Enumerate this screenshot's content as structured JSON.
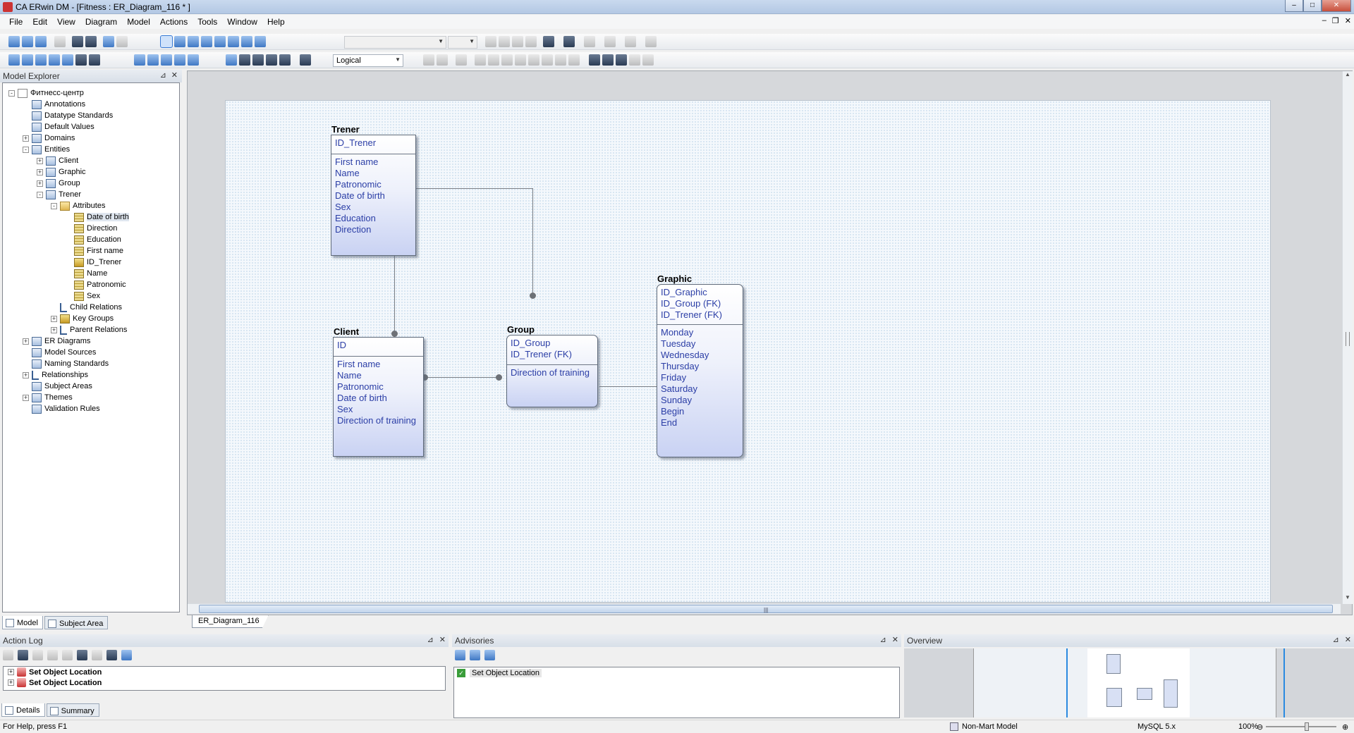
{
  "window": {
    "title": "CA ERwin DM - [Fitness : ER_Diagram_116 * ]",
    "min": "–",
    "max": "□",
    "close": "✕"
  },
  "menu": [
    "File",
    "Edit",
    "View",
    "Diagram",
    "Model",
    "Actions",
    "Tools",
    "Window",
    "Help"
  ],
  "mdi": {
    "min": "–",
    "restore": "❐",
    "close": "✕"
  },
  "toolbar": {
    "display_level": "Logical"
  },
  "model_explorer": {
    "title": "Model Explorer",
    "pin": "⊿",
    "close": "✕",
    "root": "Фитнесс-центр",
    "nodes": [
      {
        "label": "Annotations"
      },
      {
        "label": "Datatype Standards"
      },
      {
        "label": "Default Values"
      },
      {
        "label": "Domains"
      },
      {
        "label": "Entities"
      },
      {
        "label": "Client"
      },
      {
        "label": "Graphic"
      },
      {
        "label": "Group"
      },
      {
        "label": "Trener"
      },
      {
        "label": "Attributes"
      },
      {
        "label": "Date of birth"
      },
      {
        "label": "Direction"
      },
      {
        "label": "Education"
      },
      {
        "label": "First name"
      },
      {
        "label": "ID_Trener"
      },
      {
        "label": "Name"
      },
      {
        "label": "Patronomic"
      },
      {
        "label": "Sex"
      },
      {
        "label": "Child Relations"
      },
      {
        "label": "Key Groups"
      },
      {
        "label": "Parent Relations"
      },
      {
        "label": "ER Diagrams"
      },
      {
        "label": "Model Sources"
      },
      {
        "label": "Naming Standards"
      },
      {
        "label": "Relationships"
      },
      {
        "label": "Subject Areas"
      },
      {
        "label": "Themes"
      },
      {
        "label": "Validation Rules"
      }
    ],
    "tabs": [
      "Model",
      "Subject Area"
    ]
  },
  "diagram": {
    "tab": "ER_Diagram_116",
    "entities": {
      "trener": {
        "name": "Trener",
        "keys": [
          "ID_Trener"
        ],
        "attrs": [
          "First name",
          "Name",
          "Patronomic",
          "Date of birth",
          "Sex",
          "Education",
          "Direction"
        ]
      },
      "client": {
        "name": "Client",
        "keys": [
          "ID"
        ],
        "attrs": [
          "First name",
          "Name",
          "Patronomic",
          "Date of birth",
          "Sex",
          "Direction of training"
        ]
      },
      "group": {
        "name": "Group",
        "keys": [
          "ID_Group",
          "ID_Trener (FK)"
        ],
        "attrs": [
          "Direction of training"
        ]
      },
      "graphic": {
        "name": "Graphic",
        "keys": [
          "ID_Graphic",
          "ID_Group (FK)",
          "ID_Trener (FK)"
        ],
        "attrs": [
          "Monday",
          "Tuesday",
          "Wednesday",
          "Thursday",
          "Friday",
          "Saturday",
          "Sunday",
          "Begin",
          "End"
        ]
      }
    }
  },
  "action_log": {
    "title": "Action Log",
    "rows": [
      "Set Object Location",
      "Set Object Location"
    ],
    "tabs": [
      "Details",
      "Summary"
    ]
  },
  "advisories": {
    "title": "Advisories",
    "rows": [
      "Set Object Location"
    ]
  },
  "overview": {
    "title": "Overview"
  },
  "status": {
    "help": "For Help, press F1",
    "mart": "Non-Mart Model",
    "db": "MySQL 5.x",
    "zoom": "100%"
  },
  "colors": {
    "entity_text": "#2b3ea6",
    "entity_gradient_bottom": "#c9d2f3",
    "canvas_dots": "#cfe0ef",
    "accent": "#2a8ae0"
  }
}
